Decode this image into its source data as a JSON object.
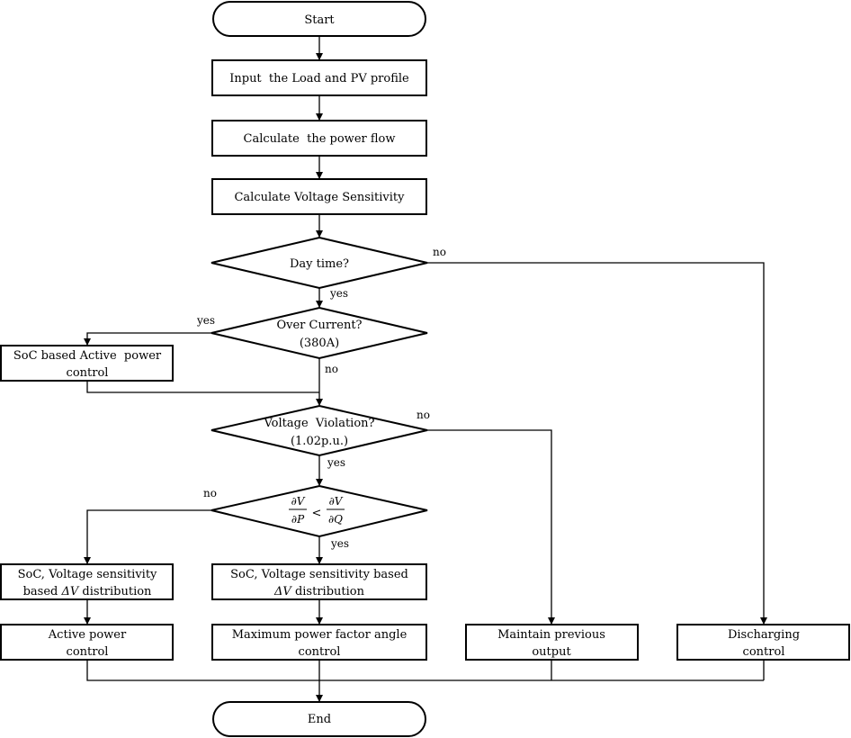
{
  "nodes": {
    "start": "Start",
    "input": "Input  the Load and PV profile",
    "power_flow": "Calculate  the power flow",
    "voltage_sensitivity": "Calculate Voltage Sensitivity",
    "day_time": "Day time?",
    "over_current_1": "Over Current?",
    "over_current_2": "(380A)",
    "soc_active_1": "SoC based Active  power",
    "soc_active_2": "control",
    "voltage_violation_1": "Voltage  Violation?",
    "voltage_violation_2": "(1.02p.u.)",
    "compare_left_num": "∂V",
    "compare_left_den": "∂P",
    "compare_op": "<",
    "compare_right_num": "∂V",
    "compare_right_den": "∂Q",
    "dist_left_1": "SoC, Voltage sensitivity",
    "dist_left_2_prefix": "based ",
    "dist_left_2_math": "ΔV",
    "dist_left_2_suffix": " distribution",
    "dist_mid_1": "SoC, Voltage sensitivity based",
    "dist_mid_2_math": "ΔV",
    "dist_mid_2_suffix": " distribution",
    "active_1": "Active power",
    "active_2": "control",
    "max_pf_1": "Maximum power factor angle",
    "max_pf_2": "control",
    "maintain_1": "Maintain previous",
    "maintain_2": "output",
    "discharging_1": "Discharging",
    "discharging_2": "control",
    "end": "End"
  },
  "edge_labels": {
    "day_no": "no",
    "day_yes": "yes",
    "oc_yes": "yes",
    "oc_no": "no",
    "vv_no": "no",
    "vv_yes": "yes",
    "cmp_no": "no",
    "cmp_yes": "yes"
  }
}
